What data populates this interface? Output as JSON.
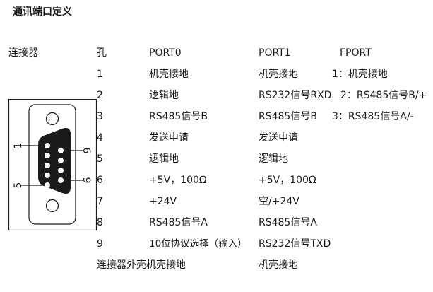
{
  "title": "通讯端口定义",
  "connector_label": "连接器",
  "headers": {
    "pin": "孔",
    "port0": "PORT0",
    "port1": "PORT1",
    "fport": "FPORT"
  },
  "rows": [
    {
      "pin": "1",
      "port0": "机壳接地",
      "port1": "机壳接地",
      "fport": "1：机壳接地"
    },
    {
      "pin": "2",
      "port0": "逻辑地",
      "port1": "RS232信号RXD",
      "fport": "2：RS485信号B/+"
    },
    {
      "pin": "3",
      "port0": "RS485信号B",
      "port1": "RS485信号B",
      "fport": "3：RS485信号A/-"
    },
    {
      "pin": "4",
      "port0": "发送申请",
      "port1": "发送申请",
      "fport": ""
    },
    {
      "pin": "5",
      "port0": "逻辑地",
      "port1": "逻辑地",
      "fport": ""
    },
    {
      "pin": "6",
      "port0": "+5V，100Ω",
      "port1": "+5V，100Ω",
      "fport": ""
    },
    {
      "pin": "7",
      "port0": "+24V",
      "port1": "空/+24V",
      "fport": ""
    },
    {
      "pin": "8",
      "port0": "RS485信号A",
      "port1": "RS485信号A",
      "fport": ""
    },
    {
      "pin": "9",
      "port0": "10位协议选择（输入）",
      "port1": "RS232信号TXD",
      "fport": ""
    }
  ],
  "footer": {
    "label": "连接器外壳机壳接地",
    "port1": "机壳接地"
  },
  "diagram": {
    "pin_labels": [
      "1",
      "5",
      "6",
      "9"
    ]
  },
  "colors": {
    "text": "#1a1a1a",
    "connector_fill": "#1a1a1a",
    "pin_fill": "#ffffff"
  }
}
